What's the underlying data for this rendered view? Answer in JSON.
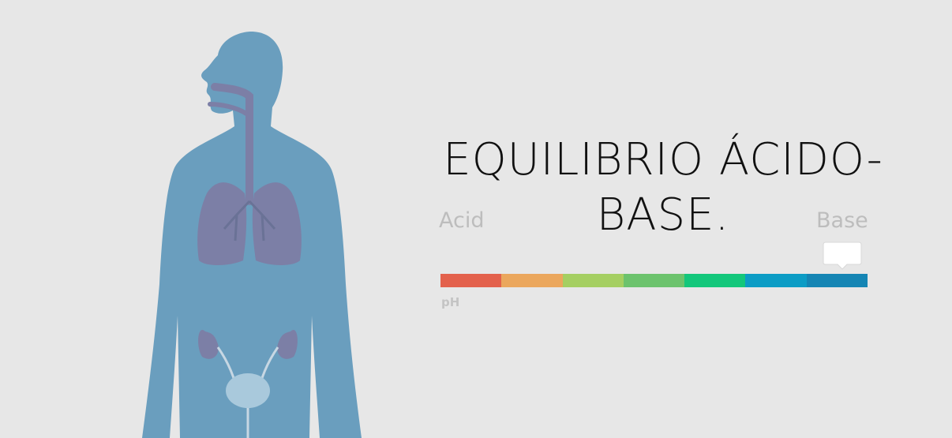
{
  "title": {
    "line1": "EQUILIBRIO ÁCIDO-",
    "line2": "BASE."
  },
  "scale": {
    "acid_label": "Acid",
    "base_label": "Base",
    "ph_label": "pH",
    "segments": [
      {
        "color": "#e3614c"
      },
      {
        "color": "#eba75d"
      },
      {
        "color": "#a5cf62"
      },
      {
        "color": "#6cc36d"
      },
      {
        "color": "#13c77b"
      },
      {
        "color": "#0c9cc5"
      },
      {
        "color": "#1585b4"
      }
    ],
    "marker_position": 0.94
  },
  "colors": {
    "background": "#e7e7e7",
    "body": "#6a9ebe",
    "organs": "#7c7fa6",
    "bladder": "#a9c9dc"
  },
  "icons": {
    "figure": "human-body-icon",
    "marker": "ph-marker-icon"
  }
}
